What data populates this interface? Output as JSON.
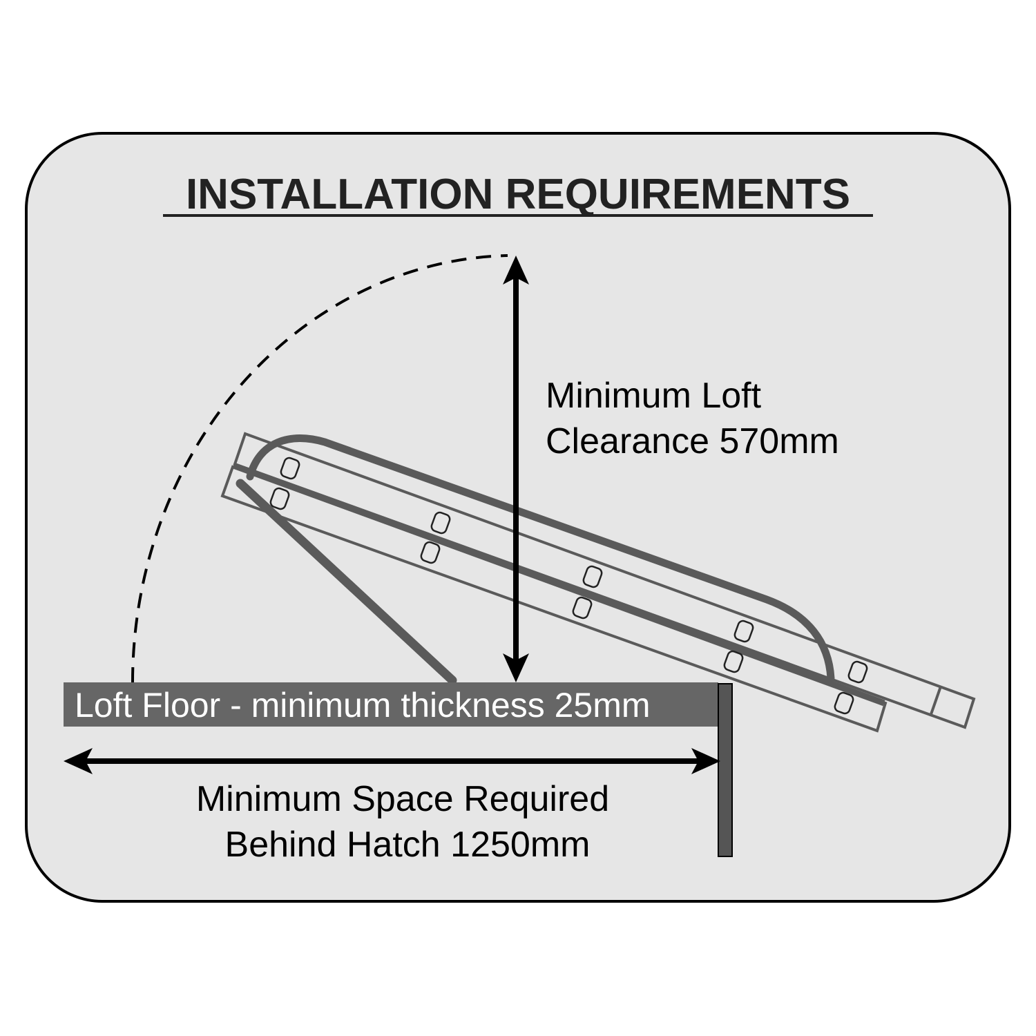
{
  "title": "INSTALLATION REQUIREMENTS",
  "clearance": {
    "line1": "Minimum Loft",
    "line2": "Clearance 570mm"
  },
  "floor_label": "Loft Floor - minimum thickness 25mm",
  "space": {
    "line1": "Minimum Space Required",
    "line2": "Behind Hatch 1250mm"
  },
  "colors": {
    "panel": "#e6e6e6",
    "ladder": "#5a5a5a",
    "floor": "#666666",
    "ink": "#000000"
  }
}
